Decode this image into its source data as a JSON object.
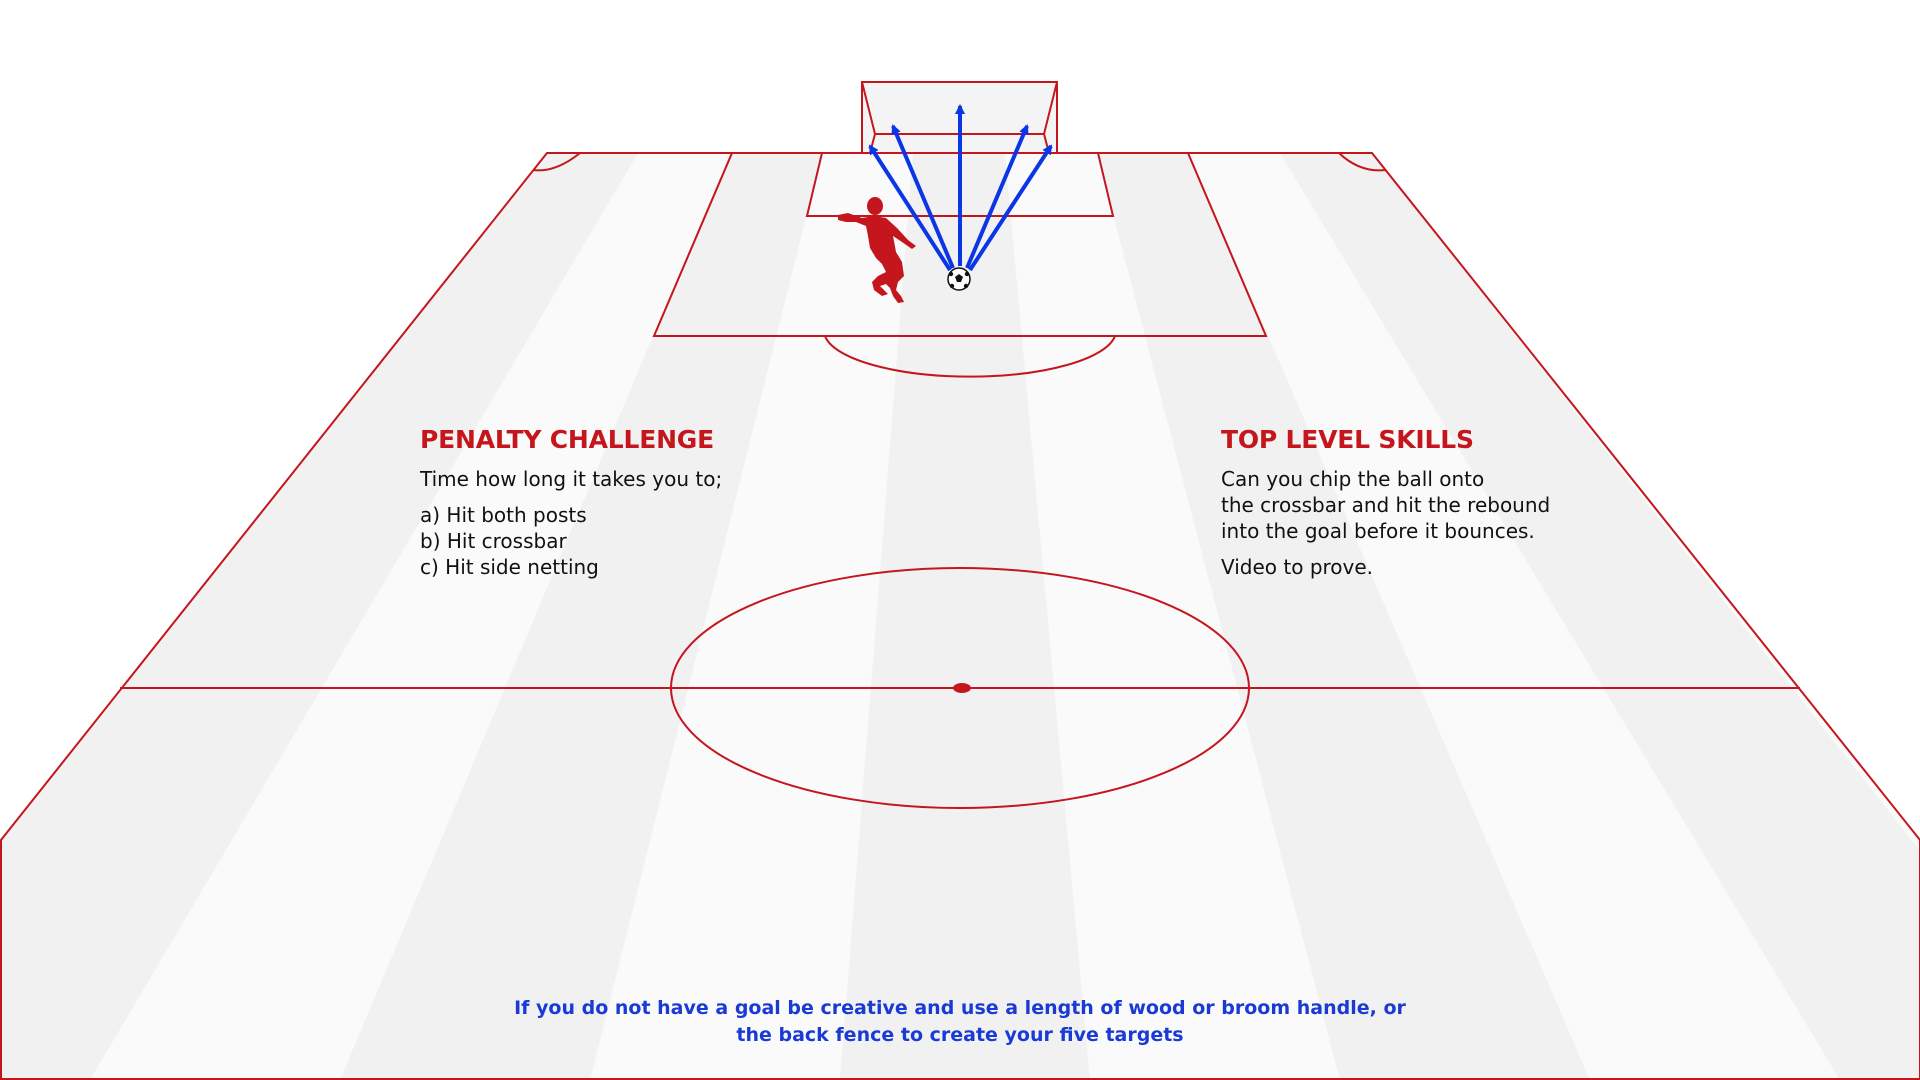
{
  "colors": {
    "line_red": "#c4161c",
    "arrow_blue": "#0a36e6",
    "stripe_dark": "#f1f1f1",
    "stripe_light": "#fafafa",
    "note_blue": "#1a3ad6"
  },
  "icons": [
    "player-silhouette-icon",
    "football-icon",
    "arrow-up-icon"
  ],
  "targets": {
    "count": 5
  },
  "left_panel": {
    "title": "PENALTY CHALLENGE",
    "intro": "Time how long it takes you to;",
    "items": [
      "a) Hit both posts",
      "b) Hit crossbar",
      "c) Hit side netting"
    ]
  },
  "right_panel": {
    "title": "TOP LEVEL SKILLS",
    "body_lines": [
      "Can you chip the ball onto",
      "the crossbar and hit the rebound",
      "into the goal before it bounces."
    ],
    "footer": "Video to prove."
  },
  "note": {
    "lines": [
      "If you do not have a goal be creative and use a length of wood or broom handle, or",
      "the back fence to create your five targets"
    ]
  }
}
